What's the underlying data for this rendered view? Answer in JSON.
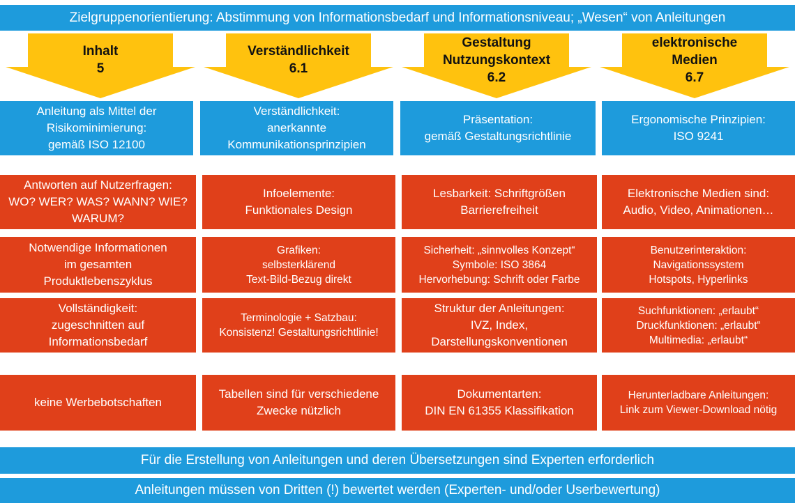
{
  "header": {
    "title": "Zielgruppenorientierung: Abstimmung von Informationsbedarf und Informationsniveau; „Wesen“ von Anleitungen"
  },
  "columns": [
    {
      "heading": "Inhalt\n5",
      "principle": "Anleitung als Mittel der\nRisikominimierung:\ngemäß ISO 12100",
      "items": [
        "Antworten auf Nutzerfragen:\nWO? WER? WAS? WANN? WIE?\nWARUM?",
        "Notwendige Informationen\nim gesamten\nProduktlebenszyklus",
        "Vollständigkeit:\nzugeschnitten auf\nInformationsbedarf",
        "keine Werbebotschaften"
      ]
    },
    {
      "heading": "Verständlichkeit\n6.1",
      "principle": "Verständlichkeit:\nanerkannte\nKommunikationsprinzipien",
      "items": [
        "Infoelemente:\nFunktionales Design",
        "Grafiken:\nselbsterklärend\nText-Bild-Bezug direkt",
        "Terminologie + Satzbau:\nKonsistenz! Gestaltungsrichtlinie!",
        "Tabellen sind für verschiedene\nZwecke nützlich"
      ]
    },
    {
      "heading": "Gestaltung\nNutzungskontext\n6.2",
      "principle": "Präsentation:\ngemäß Gestaltungsrichtlinie",
      "items": [
        "Lesbarkeit: Schriftgrößen\nBarrierefreiheit",
        "Sicherheit: „sinnvolles Konzept“\nSymbole:  ISO 3864\nHervorhebung: Schrift oder Farbe",
        "Struktur der Anleitungen:\nIVZ, Index,\nDarstellungskonventionen",
        "Dokumentarten:\nDIN EN 61355 Klassifikation"
      ]
    },
    {
      "heading": "elektronische\nMedien\n6.7",
      "principle": "Ergonomische Prinzipien:\nISO 9241",
      "items": [
        "Elektronische Medien sind:\nAudio, Video, Animationen…",
        "Benutzerinteraktion:\nNavigationssystem\nHotspots, Hyperlinks",
        "Suchfunktionen: „erlaubt“\nDruckfunktionen: „erlaubt“\nMultimedia: „erlaubt“",
        "Herunterladbare Anleitungen:\nLink zum Viewer-Download nötig"
      ]
    }
  ],
  "footer": {
    "line1": "Für die Erstellung von Anleitungen und deren Übersetzungen sind Experten erforderlich",
    "line2": "Anleitungen müssen von Dritten (!) bewertet werden (Experten- und/oder Userbewertung)"
  },
  "colors": {
    "blue": "#1e9bdc",
    "red": "#e0401a",
    "arrow": "#ffc20e"
  }
}
